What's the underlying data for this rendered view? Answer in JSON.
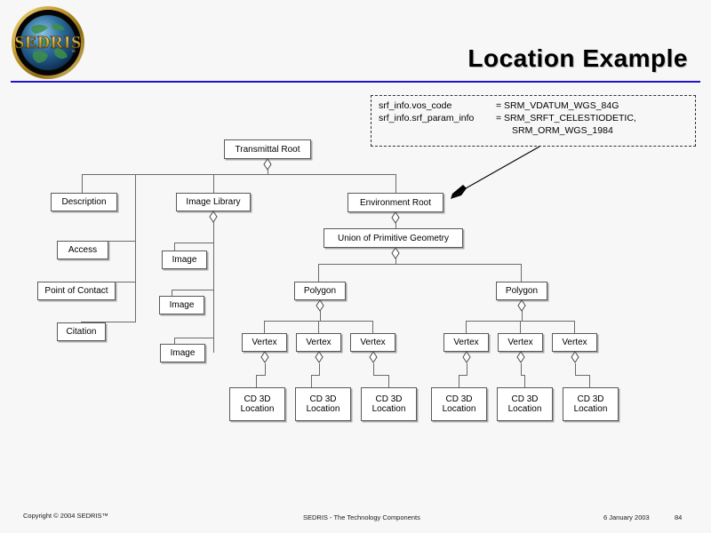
{
  "header": {
    "title": "Location Example",
    "logo_alt": "SEDRIS globe logo",
    "logo_text": "SEDRIS",
    "rule_color": "#2211cc"
  },
  "callout": {
    "line1_label": "srf_info.vos_code",
    "line1_eq": "= SRM_VDATUM_WGS_84G",
    "line2_label": "srf_info.srf_param_info",
    "line2_eq": "= SRM_SRFT_CELESTIODETIC,",
    "line3": "SRM_ORM_WGS_1984"
  },
  "diagram": {
    "transmittal_root": "Transmittal Root",
    "description": "Description",
    "access": "Access",
    "point_of_contact": "Point of Contact",
    "citation": "Citation",
    "image_library": "Image Library",
    "image_1": "Image",
    "image_2": "Image",
    "image_3": "Image",
    "environment_root": "Environment Root",
    "union_of_primitive_geometry": "Union of Primitive Geometry",
    "polygon_left": "Polygon",
    "polygon_right": "Polygon",
    "vertex_l1": "Vertex",
    "vertex_l2": "Vertex",
    "vertex_l3": "Vertex",
    "vertex_r1": "Vertex",
    "vertex_r2": "Vertex",
    "vertex_r3": "Vertex",
    "cd3d_l1": "CD 3D\nLocation",
    "cd3d_l2": "CD 3D\nLocation",
    "cd3d_l3": "CD 3D\nLocation",
    "cd3d_r1": "CD 3D\nLocation",
    "cd3d_r2": "CD 3D\nLocation",
    "cd3d_r3": "CD 3D\nLocation"
  },
  "footer": {
    "copyright": "Copyright © 2004 SEDRIS™",
    "center": "SEDRIS - The Technology Components",
    "date": "6 January 2003",
    "page": "84"
  }
}
